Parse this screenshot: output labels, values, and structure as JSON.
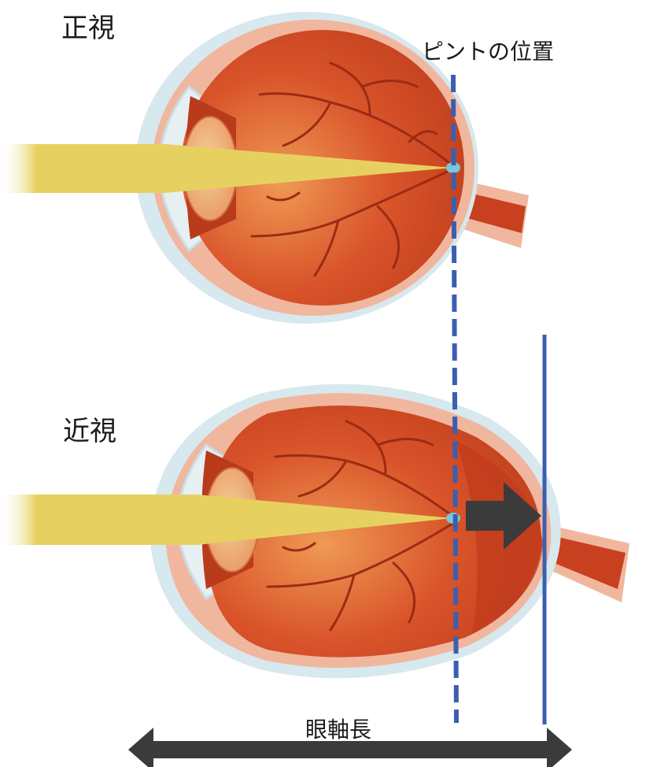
{
  "labels": {
    "emmetropia": "正視",
    "myopia": "近視",
    "focus_position": "ピントの位置",
    "axial_length": "眼軸長"
  },
  "colors": {
    "sclera_outer": "#d7e8ee",
    "sclera_mid": "#f0b79e",
    "eyeball": "#d9542a",
    "eyeball_dark": "#b83b1c",
    "vessel": "#9c2b14",
    "lens": "#f2b27c",
    "light_beam": "#e6d160",
    "focus_point": "#7cc6dc",
    "focus_line": "#3a5fb0",
    "arrow": "#3b3b3b"
  },
  "icons": {
    "shift_arrow": "arrow-right-icon",
    "axial_arrow": "double-arrow-icon"
  }
}
